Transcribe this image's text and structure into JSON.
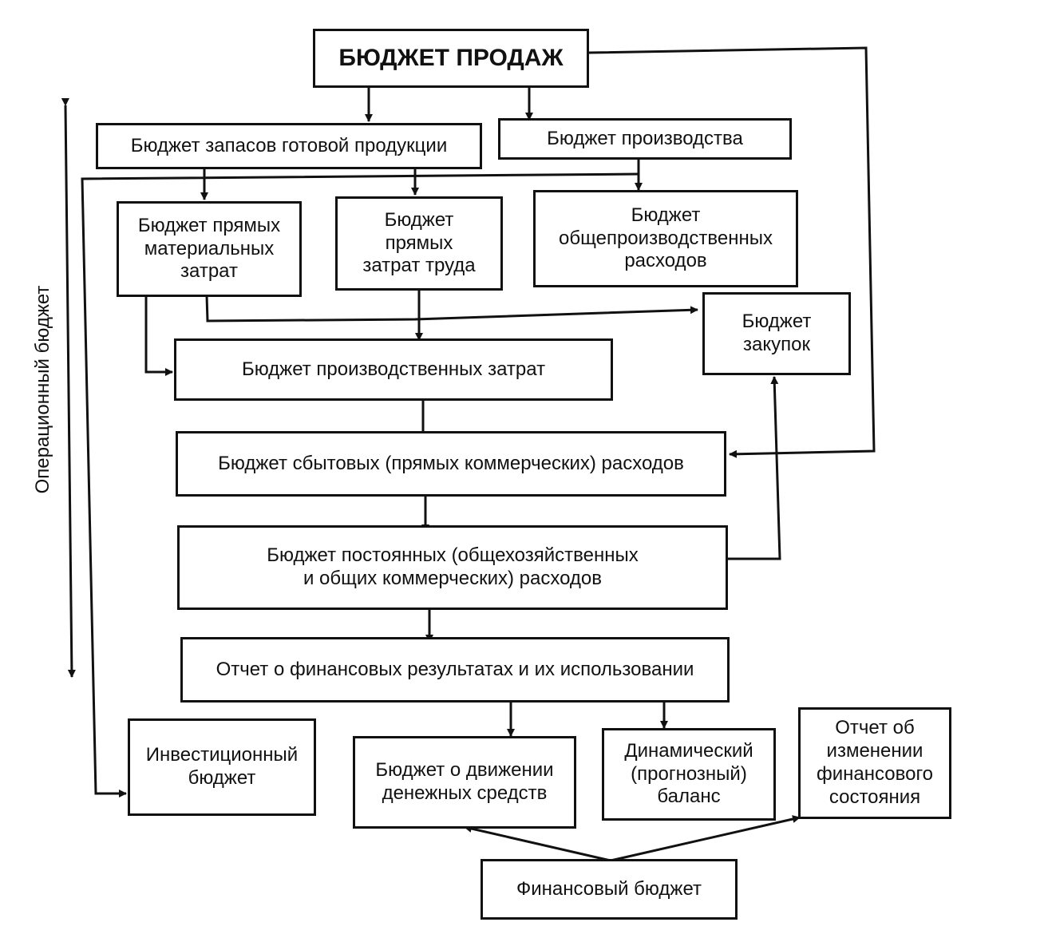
{
  "side_label": "Операционный бюджет",
  "boxes": {
    "sales": "БЮДЖЕТ ПРОДАЖ",
    "finished_goods": "Бюджет запасов готовой продукции",
    "production": "Бюджет производства",
    "direct_materials": "Бюджет прямых\nматериальных\nзатрат",
    "direct_labor": "Бюджет\nпрямых\nзатрат труда",
    "overhead": "Бюджет\nобщепроизводственных\nрасходов",
    "purchases": "Бюджет\nзакупок",
    "production_costs": "Бюджет производственных затрат",
    "selling_expenses": "Бюджет сбытовых (прямых коммерческих) расходов",
    "fixed_expenses": "Бюджет постоянных (общехозяйственных\nи общих коммерческих) расходов",
    "income_statement": "Отчет о финансовых результатах и их использовании",
    "investment": "Инвестиционный\nбюджет",
    "cash_flow": "Бюджет о движении\nденежных средств",
    "forecast_balance": "Динамический\n(прогнозный)\nбаланс",
    "financial_position": "Отчет об\nизменении\nфинансового\nсостояния",
    "financial_budget": "Финансовый бюджет"
  },
  "colors": {
    "line": "#111111",
    "background": "#ffffff"
  }
}
